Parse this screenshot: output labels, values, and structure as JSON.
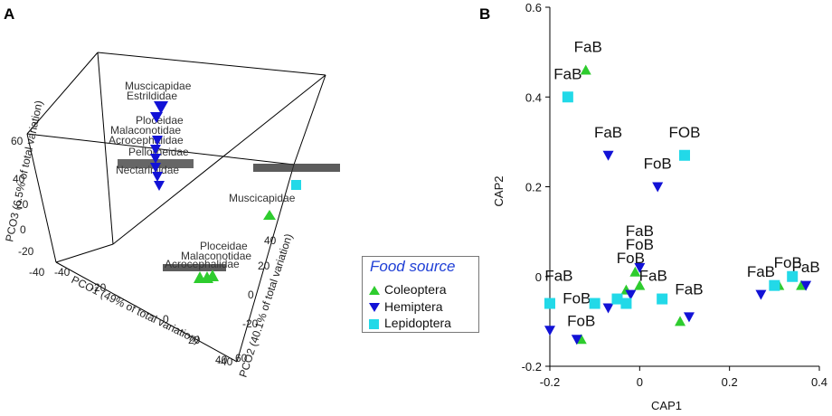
{
  "panels": {
    "a_letter": "A",
    "b_letter": "B"
  },
  "colors": {
    "coleoptera": "#2ecc2e",
    "hemiptera": "#1212d6",
    "lepidoptera": "#22d9e8",
    "legend_title": "#1f3fd6"
  },
  "legend": {
    "title": "Food source",
    "items": [
      {
        "label": "Coleoptera",
        "symbol": "triangle-up"
      },
      {
        "label": "Hemiptera",
        "symbol": "triangle-down"
      },
      {
        "label": "Lepidoptera",
        "symbol": "square"
      }
    ]
  },
  "chart_data": [
    {
      "panel": "A",
      "type": "scatter",
      "projection": "3d",
      "axes": {
        "pco1": {
          "label": "PCO1 (49% of total variation)",
          "ticks": [
            "-40",
            "-20",
            "0",
            "20",
            "40"
          ]
        },
        "pco2": {
          "label": "PCO2 (40.1% of total variation)",
          "ticks": [
            "-40",
            "-20",
            "0",
            "20",
            "40",
            "60"
          ]
        },
        "pco3": {
          "label": "PCO3 (6.5% of total variation)",
          "ticks": [
            "-40",
            "-20",
            "0",
            "20",
            "40",
            "60"
          ]
        }
      },
      "labels": {
        "muscicapidae_top": "Muscicapidae",
        "estrildidae": "Estrildidae",
        "ploceidae_top": "Ploceidae",
        "malaconotidae_top": "Malaconotidae",
        "acrocephalidae_top": "Acrocephalidae",
        "pellorneidae": "Pellorneidae",
        "nectariniidae": "Nectariniidae",
        "muscicapidae_right": "Muscicapidae",
        "ploceidae_bottom": "Ploceidae",
        "malaconotidae_bottom": "Malaconotidae",
        "acrocephalidae_bottom": "Acrocephalidae"
      }
    },
    {
      "panel": "B",
      "type": "scatter",
      "xlabel": "CAP1",
      "ylabel": "CAP2",
      "xlim": [
        -0.2,
        0.4
      ],
      "ylim": [
        -0.2,
        0.6
      ],
      "xticks": [
        -0.2,
        0,
        0.2,
        0.4
      ],
      "yticks": [
        -0.2,
        0,
        0.2,
        0.4,
        0.6
      ],
      "series": [
        {
          "name": "Coleoptera",
          "marker": "triangle-up",
          "points": [
            [
              -0.12,
              0.46
            ],
            [
              0.09,
              -0.1
            ],
            [
              -0.13,
              -0.14
            ],
            [
              0.31,
              -0.02
            ],
            [
              0.36,
              -0.02
            ],
            [
              -0.01,
              0.01
            ],
            [
              0.0,
              -0.02
            ],
            [
              -0.03,
              -0.03
            ]
          ]
        },
        {
          "name": "Hemiptera",
          "marker": "triangle-down",
          "points": [
            [
              -0.07,
              0.27
            ],
            [
              0.04,
              0.2
            ],
            [
              0.11,
              -0.09
            ],
            [
              -0.14,
              -0.14
            ],
            [
              -0.2,
              -0.12
            ],
            [
              0.27,
              -0.04
            ],
            [
              0.37,
              -0.02
            ],
            [
              -0.07,
              -0.07
            ],
            [
              -0.02,
              -0.04
            ],
            [
              0.0,
              0.02
            ]
          ]
        },
        {
          "name": "Lepidoptera",
          "marker": "square",
          "points": [
            [
              -0.16,
              0.4
            ],
            [
              0.1,
              0.27
            ],
            [
              0.05,
              -0.05
            ],
            [
              0.34,
              0.0
            ],
            [
              0.3,
              -0.02
            ],
            [
              -0.2,
              -0.06
            ],
            [
              -0.05,
              -0.05
            ],
            [
              -0.1,
              -0.06
            ],
            [
              -0.03,
              -0.06
            ]
          ]
        }
      ],
      "annotations": [
        {
          "text": "FaB",
          "x": -0.115,
          "y": 0.5
        },
        {
          "text": "FaB",
          "x": -0.16,
          "y": 0.44
        },
        {
          "text": "FaB",
          "x": -0.07,
          "y": 0.31
        },
        {
          "text": "FOB",
          "x": 0.1,
          "y": 0.31
        },
        {
          "text": "FoB",
          "x": 0.04,
          "y": 0.24
        },
        {
          "text": "FaB",
          "x": 0.27,
          "y": 0.0
        },
        {
          "text": "FoB",
          "x": 0.33,
          "y": 0.02
        },
        {
          "text": "FaB",
          "x": 0.37,
          "y": 0.01
        },
        {
          "text": "FaB",
          "x": -0.18,
          "y": -0.01
        },
        {
          "text": "FaB",
          "x": 0.11,
          "y": -0.04
        },
        {
          "text": "FoB",
          "x": -0.14,
          "y": -0.06
        },
        {
          "text": "FoB",
          "x": -0.13,
          "y": -0.11
        },
        {
          "text": "FaB",
          "x": 0.0,
          "y": 0.09
        },
        {
          "text": "FoB",
          "x": 0.0,
          "y": 0.06
        },
        {
          "text": "FoB",
          "x": -0.02,
          "y": 0.03
        },
        {
          "text": "FaB",
          "x": 0.03,
          "y": -0.01
        }
      ]
    }
  ]
}
